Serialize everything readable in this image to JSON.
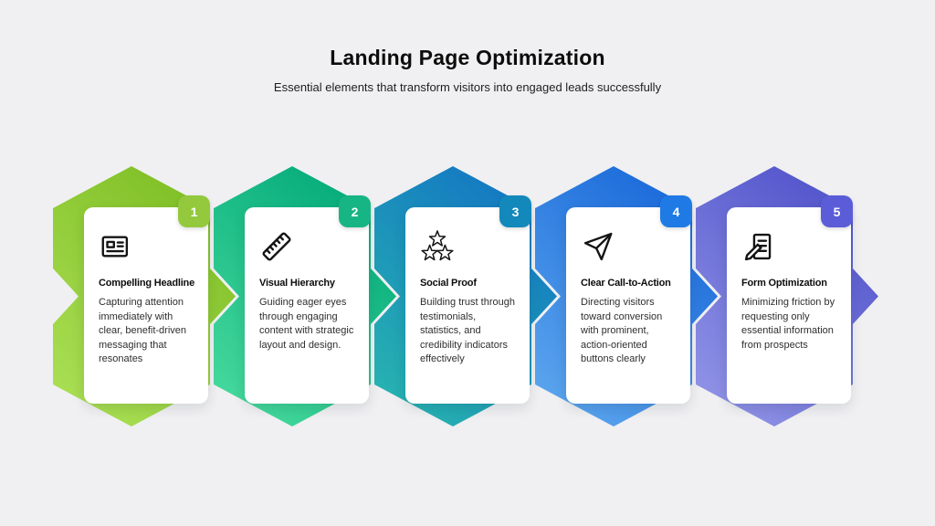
{
  "canvas": {
    "background": "#f0f0f2"
  },
  "header": {
    "title": "Landing Page Optimization",
    "subtitle": "Essential elements that transform visitors into engaged leads successfully"
  },
  "steps": [
    {
      "number": "1",
      "title": "Compelling Headline",
      "description": "Capturing attention immediately with clear, benefit-driven messaging that resonates",
      "icon": "newspaper-icon",
      "gradient_top": "#7dbd23",
      "gradient_bottom": "#aadf54",
      "badge_color": "#94c93d"
    },
    {
      "number": "2",
      "title": "Visual Hierarchy",
      "description": "Guiding eager eyes through engaging content with strategic layout and design.",
      "icon": "ruler-icon",
      "gradient_top": "#00a878",
      "gradient_bottom": "#45d99c",
      "badge_color": "#17b584"
    },
    {
      "number": "3",
      "title": "Social Proof",
      "description": "Building trust through testimonials, statistics, and credibility indicators effectively",
      "icon": "stars-icon",
      "gradient_top": "#1273c4",
      "gradient_bottom": "#27b3b0",
      "badge_color": "#1389bb"
    },
    {
      "number": "4",
      "title": "Clear Call-to-Action",
      "description": "Directing visitors toward conversion with prominent, action-oriented buttons clearly",
      "icon": "paper-plane-icon",
      "gradient_top": "#1565d8",
      "gradient_bottom": "#5ba5ee",
      "badge_color": "#1f7ae5"
    },
    {
      "number": "5",
      "title": "Form Optimization",
      "description": "Minimizing friction by requesting only essential information from prospects",
      "icon": "document-pencil-icon",
      "gradient_top": "#4d4fc9",
      "gradient_bottom": "#9093e6",
      "badge_color": "#5b5dd8"
    }
  ]
}
